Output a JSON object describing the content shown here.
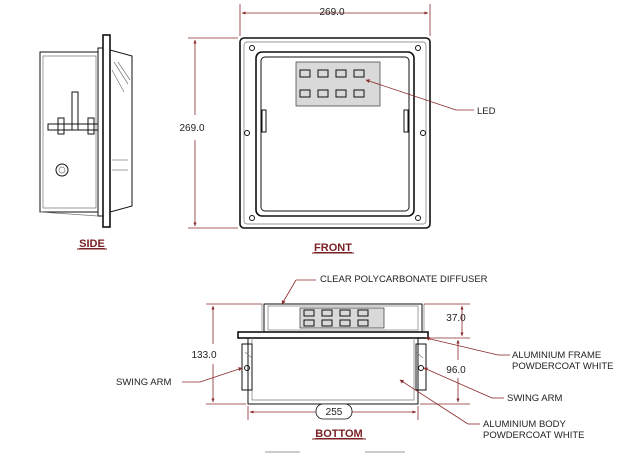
{
  "dimensions": {
    "front_width": "269.0",
    "front_height": "269.0",
    "bottom_height": "133.0",
    "bottom_top_depth": "37.0",
    "bottom_body_depth": "96.0",
    "bottom_width": "255"
  },
  "views": {
    "side": "SIDE",
    "front": "FRONT",
    "bottom": "BOTTOM"
  },
  "callouts": {
    "led": "LED",
    "diffuser": "CLEAR POLYCARBONATE DIFFUSER",
    "frame_line1": "ALUMINIUM FRAME",
    "frame_line2": "POWDERCOAT WHITE",
    "swing_arm_left": "SWING ARM",
    "swing_arm_right": "SWING ARM",
    "body_line1": "ALUMINIUM BODY",
    "body_line2": "POWDERCOAT WHITE"
  },
  "colors": {
    "callout_line": "#8b2a2a",
    "view_title": "#7a1f23"
  }
}
